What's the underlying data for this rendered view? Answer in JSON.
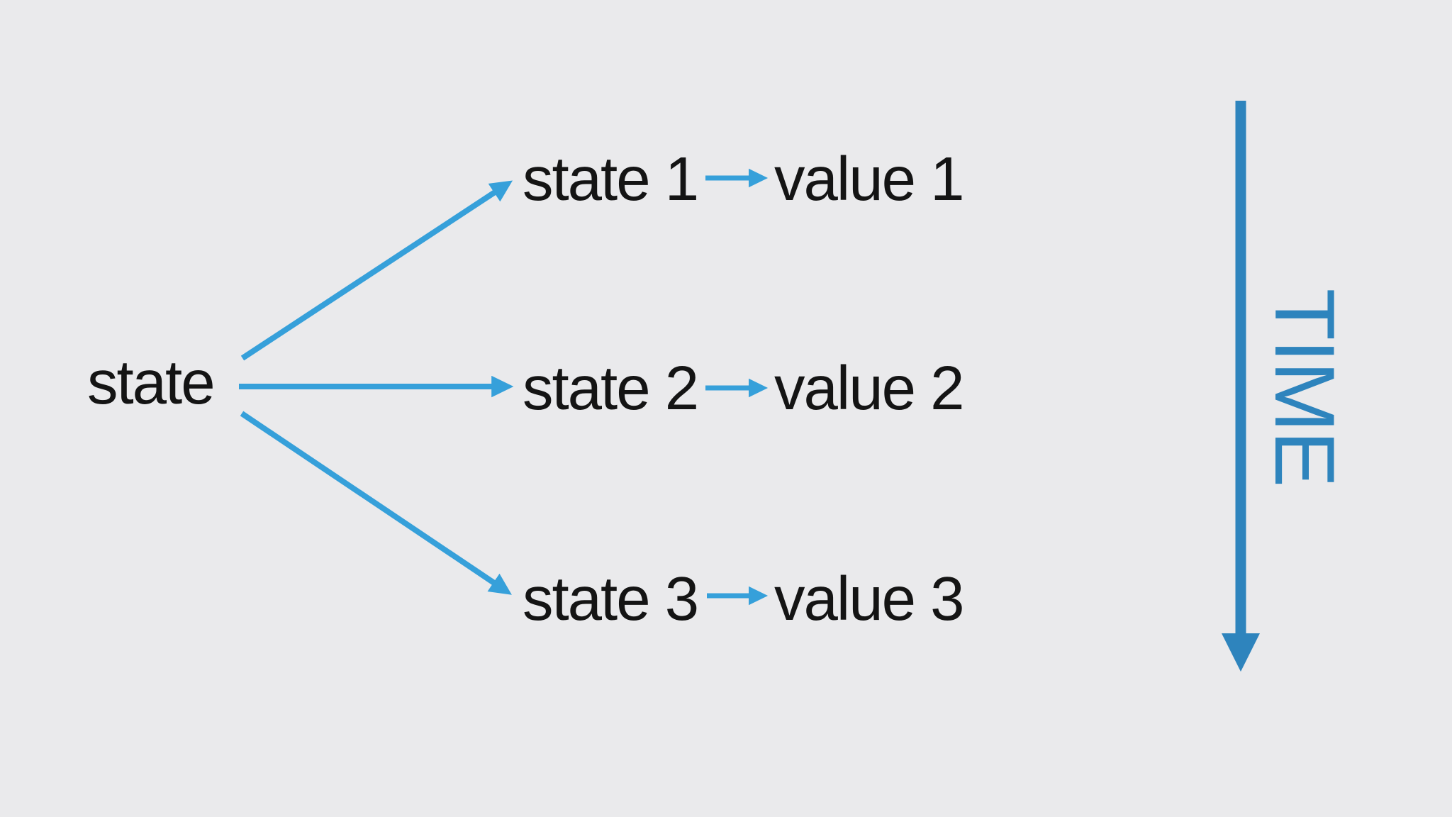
{
  "diagram": {
    "root_label": "state",
    "branches": [
      {
        "state": "state 1",
        "value": "value 1"
      },
      {
        "state": "state 2",
        "value": "value 2"
      },
      {
        "state": "state 3",
        "value": "value 3"
      }
    ],
    "time_label": "TIME"
  },
  "colors": {
    "background": "#eaeaec",
    "text": "#141414",
    "branch_arrow_blue": "#36a0da",
    "time_arrow_blue": "#2e84bd"
  }
}
